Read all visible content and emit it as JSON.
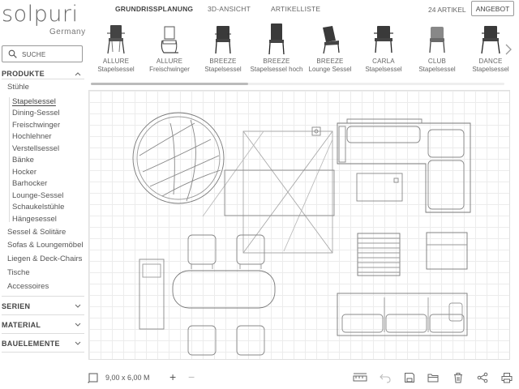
{
  "brand": {
    "name": "solpuri",
    "country": "Germany"
  },
  "tabs": [
    {
      "label": "GRUNDRISSPLANUNG",
      "active": true
    },
    {
      "label": "3D-ANSICHT",
      "active": false
    },
    {
      "label": "ARTIKELLISTE",
      "active": false
    }
  ],
  "article_count": "24 ARTIKEL",
  "offer_button": "ANGEBOT",
  "products": [
    {
      "name": "ALLURE",
      "type": "Stapelsessel",
      "icon": "chair-dark-icon"
    },
    {
      "name": "ALLURE",
      "type": "Freischwinger",
      "icon": "cantilever-chair-icon"
    },
    {
      "name": "BREEZE",
      "type": "Stapelsessel",
      "icon": "chair-dark-icon"
    },
    {
      "name": "BREEZE",
      "type": "Stapelsessel hoch",
      "icon": "highback-chair-icon"
    },
    {
      "name": "BREEZE",
      "type": "Lounge Sessel",
      "icon": "lounge-chair-icon"
    },
    {
      "name": "CARLA",
      "type": "Stapelsessel",
      "icon": "chair-dark-icon"
    },
    {
      "name": "CLUB",
      "type": "Stapelsessel",
      "icon": "chair-grey-icon"
    },
    {
      "name": "DANCE",
      "type": "Stapelsessel",
      "icon": "chair-dark-icon"
    }
  ],
  "products_scroll": 0.38,
  "sidebar": {
    "search_placeholder": "SUCHE",
    "section_products": "PRODUKTE",
    "category": "Stühle",
    "subcategories": [
      {
        "label": "Stapelsessel",
        "active": true
      },
      {
        "label": "Dining-Sessel",
        "active": false
      },
      {
        "label": "Freischwinger",
        "active": false
      },
      {
        "label": "Hochlehner",
        "active": false
      },
      {
        "label": "Verstellsessel",
        "active": false
      },
      {
        "label": "Bänke",
        "active": false
      },
      {
        "label": "Hocker",
        "active": false
      },
      {
        "label": "Barhocker",
        "active": false
      },
      {
        "label": "Lounge-Sessel",
        "active": false
      },
      {
        "label": "Schaukelstühle",
        "active": false
      },
      {
        "label": "Hängesessel",
        "active": false
      }
    ],
    "categories": [
      "Sessel & Solitäre",
      "Sofas & Loungemöbel",
      "Liegen & Deck-Chairs",
      "Tische",
      "Accessoires"
    ],
    "sections_collapsed": [
      "SERIEN",
      "MATERIAL",
      "BAUELEMENTE"
    ]
  },
  "footer": {
    "dimensions": "9,00 x 6,00 M",
    "zoom_in": "+",
    "zoom_out": "−"
  },
  "colors": {
    "text": "#555555",
    "grid": "#ececec",
    "line": "#888888",
    "active": "#444444"
  }
}
